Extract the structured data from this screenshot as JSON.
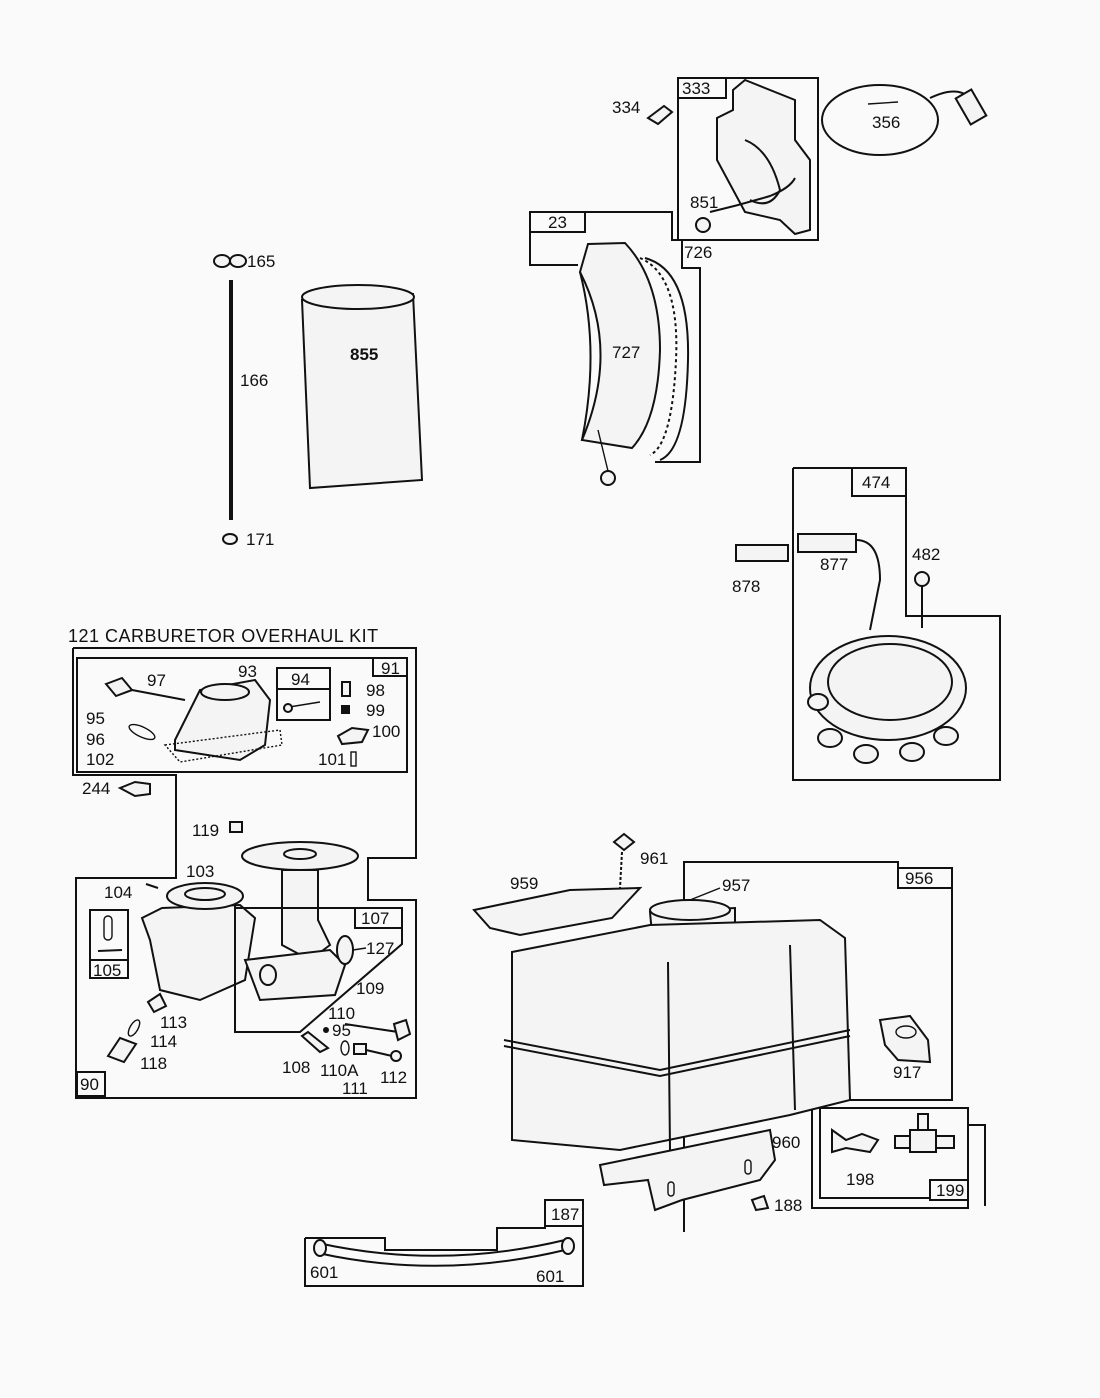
{
  "diagram": {
    "background_color": "#fafafa",
    "line_color": "#111111",
    "kit_title": "121 CARBURETOR OVERHAUL KIT",
    "groups": {
      "g333": "333",
      "g23": "23",
      "g474": "474",
      "g91": "91",
      "g94": "94",
      "g90": "90",
      "g105": "105",
      "g107": "107",
      "g956": "956",
      "g199": "199",
      "g187": "187"
    },
    "parts": {
      "p334": "334",
      "p356": "356",
      "p851": "851",
      "p726": "726",
      "p727": "727",
      "p165": "165",
      "p166": "166",
      "p171": "171",
      "p855": "855",
      "p482": "482",
      "p877": "877",
      "p878": "878",
      "p97": "97",
      "p93": "93",
      "p98": "98",
      "p99": "99",
      "p100": "100",
      "p101": "101",
      "p95a": "95",
      "p96": "96",
      "p102": "102",
      "p244": "244",
      "p119": "119",
      "p103": "103",
      "p104": "104",
      "p127": "127",
      "p109": "109",
      "p110": "110",
      "p95b": "95",
      "p113": "113",
      "p114": "114",
      "p118": "118",
      "p108": "108",
      "p110A": "110A",
      "p111": "111",
      "p112": "112",
      "p961": "961",
      "p959": "959",
      "p957": "957",
      "p917": "917",
      "p960": "960",
      "p198": "198",
      "p188": "188",
      "p601a": "601",
      "p601b": "601"
    }
  }
}
